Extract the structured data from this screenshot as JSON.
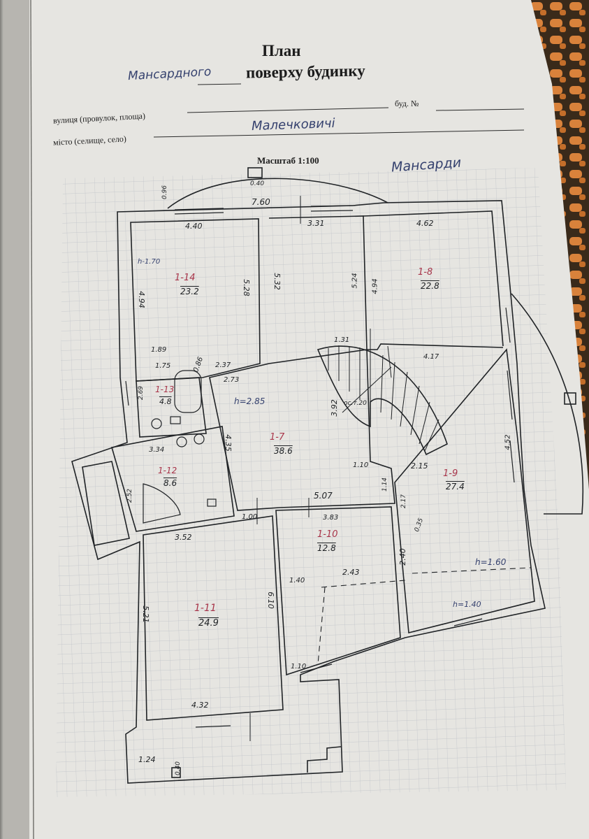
{
  "form": {
    "title_line1": "План",
    "title_handwritten_floor": "Мансардного",
    "title_line2": "поверху будинку",
    "street_label": "вулиця (провулок, площа)",
    "building_no_label": "буд. №",
    "city_label": "місто (селище, село)",
    "city_value": "Малечковичі",
    "scale_label": "Масштаб 1:100",
    "floor_note": "Мансарди"
  },
  "colors": {
    "paper": "#e6e5e1",
    "pencil": "#202326",
    "ink_blue": "#35416e",
    "ink_red": "#a8354a",
    "grid": "#b9bdc4"
  },
  "rooms": [
    {
      "id": "1-14",
      "area": "23.2"
    },
    {
      "id": "1-8",
      "area": "22.8"
    },
    {
      "id": "1-13",
      "area": "4.8"
    },
    {
      "id": "1-7",
      "area": "38.6"
    },
    {
      "id": "1-12",
      "area": "8.6"
    },
    {
      "id": "1-9",
      "area": "27.4"
    },
    {
      "id": "1-10",
      "area": "12.8"
    },
    {
      "id": "1-11",
      "area": "24.9"
    }
  ],
  "heights": {
    "h_top": "h-1.70",
    "h_hall": "h=2.85",
    "h_mid": "h=1.60",
    "h_low": "h=1.40"
  },
  "stair_label": "ос.т.20",
  "dimensions": {
    "d_096": "0.96",
    "d_040": "0.40",
    "d_760": "7.60",
    "d_440": "4.40",
    "d_331": "3.31",
    "d_462": "4.62",
    "d_494a": "4.94",
    "d_528": "5.28",
    "d_532": "5.32",
    "d_524": "5.24",
    "d_494b": "4.94",
    "d_189": "1.89",
    "d_175": "1.75",
    "d_086": "0.86",
    "d_237": "2.37",
    "d_273": "2.73",
    "d_131": "1.31",
    "d_417": "4.17",
    "d_269": "2.69",
    "d_392": "3.92",
    "d_435": "4.35",
    "d_452": "4.52",
    "d_334": "3.34",
    "d_252": "2.52",
    "d_110a": "1.10",
    "d_215": "2.15",
    "d_114": "1.14",
    "d_217": "2.17",
    "d_507": "5.07",
    "d_100": "1.00",
    "d_383": "3.83",
    "d_352": "3.52",
    "d_035": "0.35",
    "d_240": "2.40",
    "d_140": "1.40",
    "d_243": "2.43",
    "d_521": "5.21",
    "d_610": "6.10",
    "d_110b": "1.10",
    "d_432": "4.32",
    "d_124": "1.24",
    "d_040b": "0.40"
  }
}
